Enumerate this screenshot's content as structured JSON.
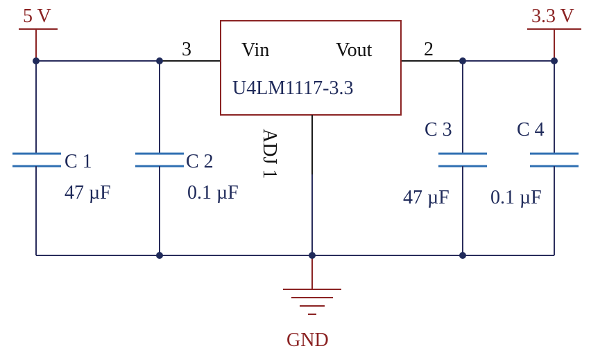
{
  "nets": {
    "vin": "5 V",
    "vout": "3.3 V",
    "gnd": "GND"
  },
  "regulator": {
    "part": "U4LM1117-3.3",
    "pin_in_name": "Vin",
    "pin_out_name": "Vout",
    "pin_in_number": "3",
    "pin_out_number": "2",
    "adj_label": "ADJ 1"
  },
  "capacitors": [
    {
      "ref": "C 1",
      "value": "47 µF"
    },
    {
      "ref": "C 2",
      "value": "0.1 µF"
    },
    {
      "ref": "C 3",
      "value": "47 µF"
    },
    {
      "ref": "C 4",
      "value": "0.1 µF"
    }
  ],
  "colors": {
    "wire": "#2a2d5c",
    "power_net": "#8b2323",
    "capacitor": "#2f6fb2",
    "junction": "#1f2a5a"
  }
}
